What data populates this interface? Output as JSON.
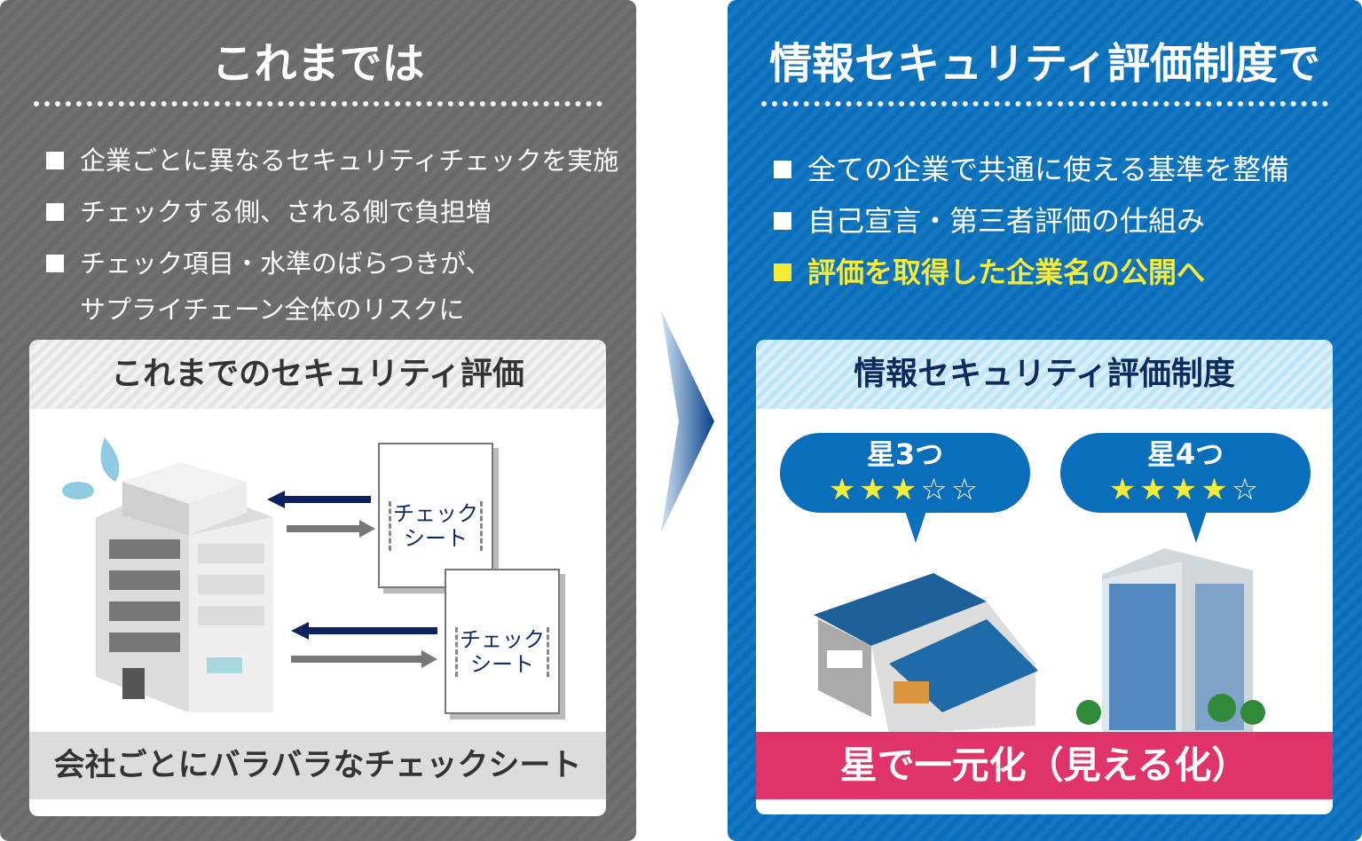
{
  "before": {
    "title": "これまでは",
    "bullets": [
      "企業ごとに異なるセキュリティチェックを実施",
      "チェックする側、される側で負担増",
      "チェック項目・水準のばらつきが、",
      "サプライチェーン全体のリスクに"
    ],
    "box_title": "これまでのセキュリティ評価",
    "doc_label_1": "チェック",
    "doc_label_2": "シート",
    "box_footer": "会社ごとにバラバラなチェックシート"
  },
  "after": {
    "title": "情報セキュリティ評価制度で",
    "bullets": [
      "全ての企業で共通に使える基準を整備",
      "自己宣言・第三者評価の仕組み",
      "評価を取得した企業名の公開へ"
    ],
    "box_title": "情報セキュリティ評価制度",
    "ratings": [
      {
        "label": "星3つ",
        "stars": 3,
        "max": 5
      },
      {
        "label": "星4つ",
        "stars": 4,
        "max": 5
      }
    ],
    "box_footer": "星で一元化（見える化）"
  },
  "colors": {
    "gray_panel": "#6a6a6a",
    "blue_panel": "#0a6fba",
    "highlight": "#f5ec3a",
    "footer_pink": "#e0336a"
  }
}
